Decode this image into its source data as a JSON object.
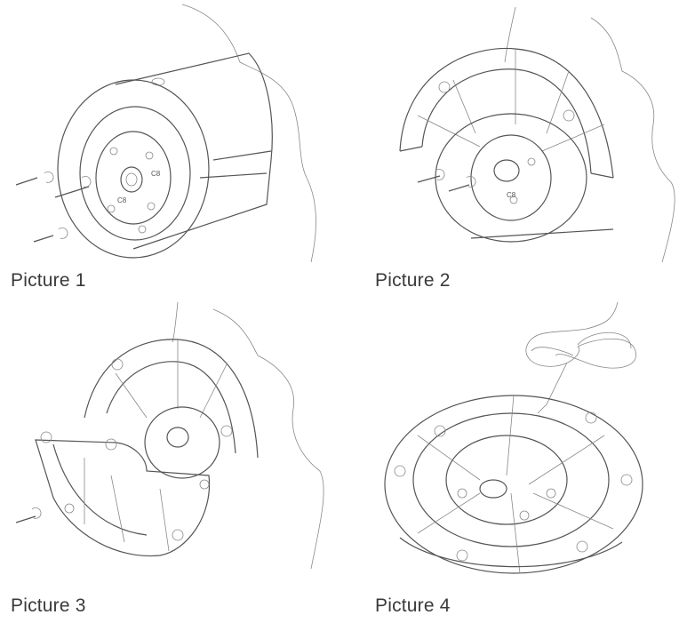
{
  "figures": [
    {
      "caption": "Picture 1"
    },
    {
      "caption": "Picture 2"
    },
    {
      "caption": "Picture 3"
    },
    {
      "caption": "Picture 4"
    }
  ]
}
